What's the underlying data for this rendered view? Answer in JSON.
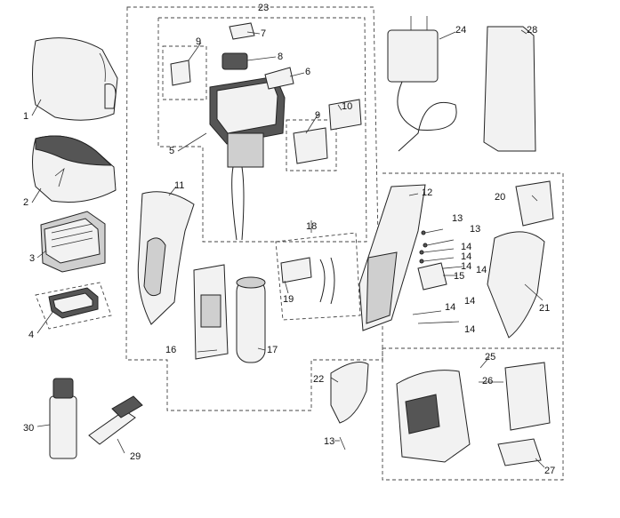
{
  "diagram": {
    "callouts": [
      "1",
      "2",
      "3",
      "4",
      "5",
      "6",
      "7",
      "8",
      "9",
      "9",
      "10",
      "11",
      "12",
      "13",
      "13",
      "13",
      "14",
      "14",
      "14",
      "14",
      "14",
      "14",
      "14",
      "15",
      "16",
      "17",
      "18",
      "19",
      "20",
      "21",
      "22",
      "23",
      "24",
      "25",
      "26",
      "27",
      "28",
      "29",
      "30"
    ]
  }
}
